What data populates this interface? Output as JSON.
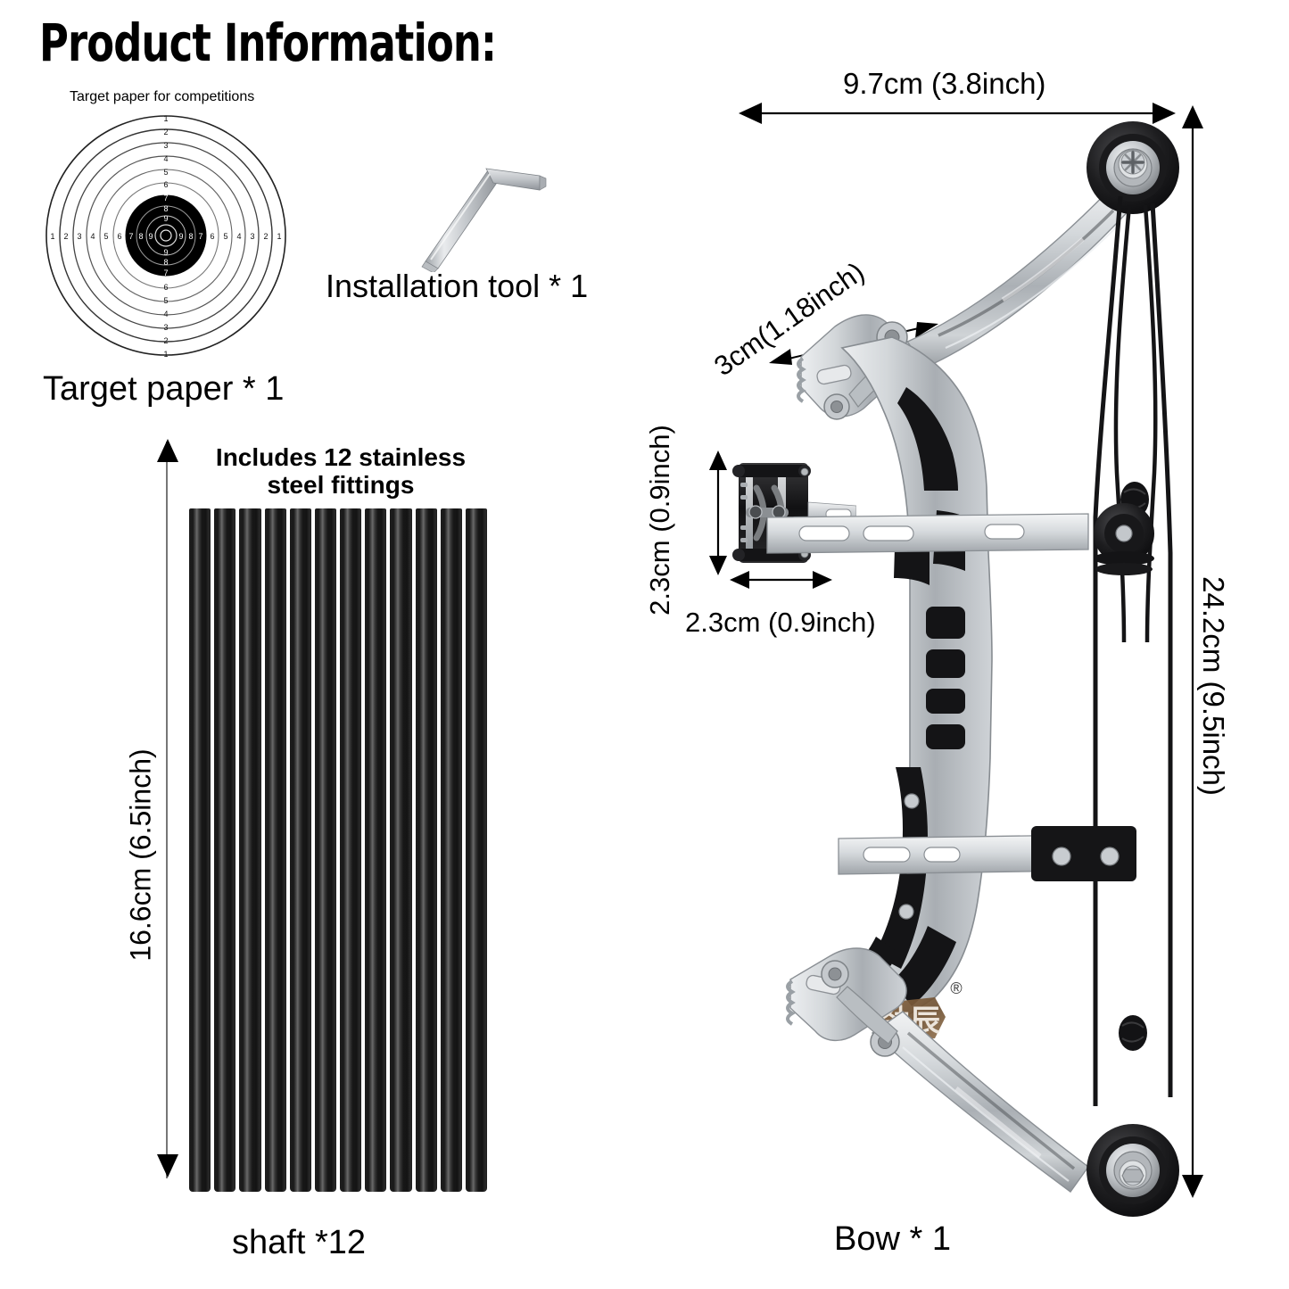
{
  "page": {
    "title": "Product Information:",
    "background": "#ffffff"
  },
  "target_section": {
    "caption": "Target paper for competitions",
    "label": "Target paper * 1",
    "ring_numbers_vertical": [
      "1",
      "2",
      "3",
      "4",
      "5",
      "6",
      "7",
      "8",
      "9"
    ],
    "ring_numbers_horizontal_left": [
      "1",
      "2",
      "3",
      "4",
      "5",
      "6",
      "7",
      "8",
      "9"
    ],
    "ring_numbers_horizontal_right": [
      "9",
      "8",
      "7",
      "6",
      "5",
      "4",
      "3",
      "2",
      "1"
    ],
    "black_zone_start_ring": 7,
    "icon": "target-icon"
  },
  "tool_section": {
    "label": "Installation tool * 1",
    "icon": "hex-key-icon",
    "color": "#c9cdd2"
  },
  "shaft_section": {
    "fittings_note": "Includes 12 stainless steel fittings",
    "dimension": "16.6cm (6.5inch)",
    "label": "shaft *12",
    "count": 12,
    "color": "#191919"
  },
  "bow_section": {
    "width_dimension": "9.7cm (3.8inch)",
    "height_dimension": "24.2cm (9.5inch)",
    "grip_dimension": "3cm(1.18inch)",
    "cam_dimension_vertical": "2.3cm (0.9inch)",
    "cam_dimension_horizontal": "2.3cm (0.9inch)",
    "label": "Bow * 1",
    "brand_logo": "劲辰",
    "brand_mark": "®",
    "logo_color": "#7a5a3c",
    "body_color": "#c8cccf",
    "inlay_color": "#141414",
    "string_color": "#141414"
  }
}
